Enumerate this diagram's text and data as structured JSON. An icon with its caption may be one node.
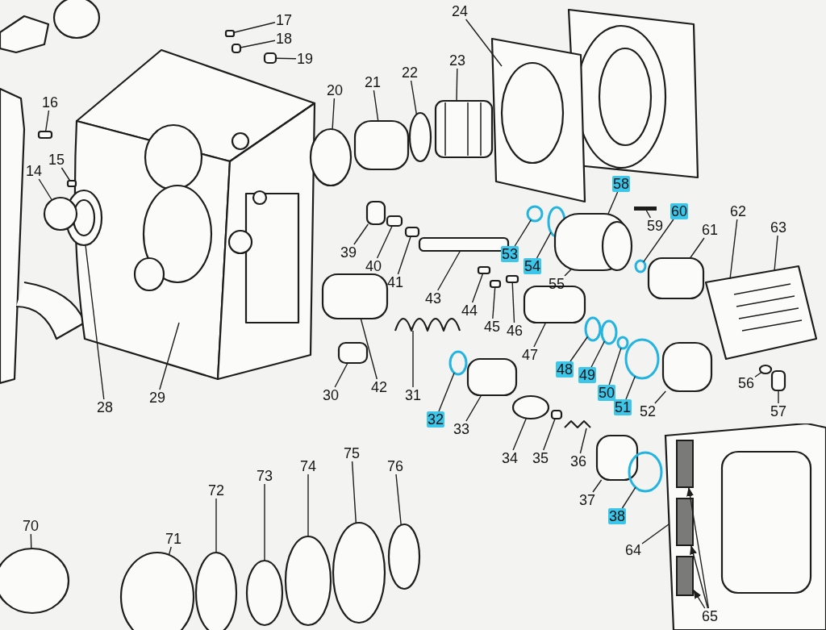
{
  "diagram": {
    "nodes": [
      {
        "text": [
          "14"
        ]
      },
      {
        "text": [
          "15"
        ]
      },
      {
        "text": [
          "16"
        ]
      },
      {
        "text": [
          "17"
        ]
      },
      {
        "text": [
          "18"
        ]
      },
      {
        "text": [
          "19"
        ]
      },
      {
        "text": [
          "20"
        ]
      },
      {
        "text": [
          "21"
        ]
      },
      {
        "text": [
          "22"
        ]
      },
      {
        "text": [
          "23"
        ]
      },
      {
        "text": [
          "24"
        ]
      },
      {
        "text": [
          "28"
        ]
      },
      {
        "text": [
          "29"
        ]
      },
      {
        "text": [
          "30"
        ]
      },
      {
        "text": [
          "31"
        ]
      },
      {
        "text": [
          "32"
        ]
      },
      {
        "text": [
          "33"
        ]
      },
      {
        "text": [
          "34"
        ]
      },
      {
        "text": [
          "35"
        ]
      },
      {
        "text": [
          "36"
        ]
      },
      {
        "text": [
          "37"
        ]
      },
      {
        "text": [
          "38"
        ]
      },
      {
        "text": [
          "39"
        ]
      },
      {
        "text": [
          "40"
        ]
      },
      {
        "text": [
          "41"
        ]
      },
      {
        "text": [
          "42"
        ]
      },
      {
        "text": [
          "43"
        ]
      },
      {
        "text": [
          "44"
        ]
      },
      {
        "text": [
          "45"
        ]
      },
      {
        "text": [
          "46"
        ]
      },
      {
        "text": [
          "47"
        ]
      },
      {
        "text": [
          "48"
        ]
      },
      {
        "text": [
          "49"
        ]
      },
      {
        "text": [
          "50"
        ]
      },
      {
        "text": [
          "51"
        ]
      },
      {
        "text": [
          "52"
        ]
      },
      {
        "text": [
          "53"
        ]
      },
      {
        "text": [
          "54"
        ]
      },
      {
        "text": [
          "55"
        ]
      },
      {
        "text": [
          "56"
        ]
      },
      {
        "text": [
          "57"
        ]
      },
      {
        "text": [
          "58"
        ]
      },
      {
        "text": [
          "59"
        ]
      },
      {
        "text": [
          "60"
        ]
      },
      {
        "text": [
          "61"
        ]
      },
      {
        "text": [
          "62"
        ]
      },
      {
        "text": [
          "63"
        ]
      },
      {
        "text": [
          "64"
        ]
      },
      {
        "text": [
          "65"
        ],
        "in": 99
      },
      {
        "text": [
          "70"
        ]
      },
      {
        "text": [
          "71"
        ]
      },
      {
        "text": [
          "72"
        ]
      },
      {
        "text": [
          "73"
        ]
      },
      {
        "text": [
          "74"
        ]
      },
      {
        "text": [
          "75"
        ]
      },
      {
        "text": [
          "76"
        ]
      },
      {
        "text": [],
        "shape": "box"
      },
      {
        "text": [],
        "shape": "box"
      },
      {
        "text": [],
        "shape": "box"
      },
      {
        "text": [],
        "shape": "box"
      },
      {
        "text": [],
        "shape": "box"
      },
      {
        "text": [],
        "shape": "box"
      },
      {
        "text": [],
        "shape": "box"
      },
      {
        "text": [],
        "shape": "box"
      },
      {
        "text": [],
        "shape": "box"
      },
      {
        "text": [],
        "shape": "box"
      },
      {
        "text": [],
        "shape": "circle"
      },
      {
        "text": [],
        "shape": "box"
      },
      {
        "text": [],
        "shape": "bar",
        "in": 99
      },
      {
        "text": [],
        "shape": "bar",
        "in": 99
      },
      {
        "text": [],
        "shape": "bar",
        "in": 99
      },
      {
        "text": [],
        "shape": "box"
      },
      {
        "text": [],
        "shape": "circle"
      },
      {
        "text": [],
        "shape": "box"
      },
      {
        "text": [],
        "shape": "picture"
      },
      {
        "text": [],
        "shape": "picture"
      },
      {
        "text": [],
        "shape": "box"
      },
      {
        "text": [],
        "shape": "picture"
      },
      {
        "text": [],
        "shape": "circle"
      },
      {
        "text": [],
        "shape": "box"
      },
      {
        "text": [],
        "shape": "circle"
      },
      {
        "text": [],
        "shape": "picture"
      },
      {
        "text": [],
        "shape": "box"
      },
      {
        "text": [],
        "shape": "circle"
      },
      {
        "text": [],
        "shape": "box"
      },
      {
        "text": [],
        "shape": "box"
      },
      {
        "text": [],
        "shape": "box"
      },
      {
        "text": [],
        "shape": "circle"
      },
      {
        "text": [],
        "shape": "circle"
      },
      {
        "text": [],
        "shape": "circle"
      },
      {
        "text": [],
        "shape": "circle"
      },
      {
        "text": [],
        "shape": "box"
      },
      {
        "text": [],
        "shape": "circle"
      },
      {
        "text": [],
        "shape": "circle"
      },
      {
        "text": [],
        "shape": "picture"
      },
      {
        "text": [],
        "shape": "bar"
      },
      {
        "text": [],
        "shape": "circle"
      },
      {
        "text": [],
        "shape": "box"
      },
      {
        "text": [],
        "shape": "picture"
      },
      {
        "text": [],
        "shape": "picture"
      },
      {
        "text": [],
        "shape": "circle"
      },
      {
        "text": [],
        "shape": "box"
      },
      {
        "text": [],
        "shape": "circle"
      },
      {
        "text": [],
        "shape": "picture"
      },
      {
        "text": [],
        "shape": "picture"
      },
      {
        "text": [],
        "shape": "circle"
      },
      {
        "text": [],
        "shape": "circle"
      },
      {
        "text": [],
        "shape": "circle"
      },
      {
        "text": [],
        "shape": "circle"
      },
      {
        "text": [],
        "shape": "circle"
      },
      {
        "text": [],
        "shape": "circle"
      },
      {
        "text": [],
        "shape": "circle"
      }
    ],
    "edges": [
      {
        "from": 0,
        "to": 72,
        "arrow": "none"
      },
      {
        "from": 1,
        "to": 73,
        "arrow": "none"
      },
      {
        "from": 2,
        "to": 56,
        "arrow": "none"
      },
      {
        "from": 3,
        "to": 57,
        "arrow": "none"
      },
      {
        "from": 4,
        "to": 58,
        "arrow": "none"
      },
      {
        "from": 5,
        "to": 59,
        "arrow": "none"
      },
      {
        "from": 6,
        "to": 100,
        "arrow": "none"
      },
      {
        "from": 7,
        "to": 101,
        "arrow": "none"
      },
      {
        "from": 8,
        "to": 102,
        "arrow": "none"
      },
      {
        "from": 9,
        "to": 103,
        "arrow": "none"
      },
      {
        "from": 10,
        "to": 104,
        "arrow": "none"
      },
      {
        "from": 11,
        "to": 74,
        "arrow": "none"
      },
      {
        "from": 12,
        "to": 75,
        "arrow": "none"
      },
      {
        "from": 13,
        "to": 76,
        "arrow": "none"
      },
      {
        "from": 14,
        "to": 77,
        "arrow": "none"
      },
      {
        "from": 15,
        "to": 78,
        "arrow": "none"
      },
      {
        "from": 16,
        "to": 79,
        "arrow": "none"
      },
      {
        "from": 17,
        "to": 80,
        "arrow": "none"
      },
      {
        "from": 18,
        "to": 60,
        "arrow": "none"
      },
      {
        "from": 19,
        "to": 81,
        "arrow": "none"
      },
      {
        "from": 20,
        "to": 82,
        "arrow": "none"
      },
      {
        "from": 21,
        "to": 83,
        "arrow": "none"
      },
      {
        "from": 22,
        "to": 61,
        "arrow": "none"
      },
      {
        "from": 23,
        "to": 62,
        "arrow": "none"
      },
      {
        "from": 24,
        "to": 63,
        "arrow": "none"
      },
      {
        "from": 25,
        "to": 84,
        "arrow": "none"
      },
      {
        "from": 26,
        "to": 85,
        "arrow": "none"
      },
      {
        "from": 27,
        "to": 64,
        "arrow": "none"
      },
      {
        "from": 28,
        "to": 71,
        "arrow": "none"
      },
      {
        "from": 29,
        "to": 65,
        "arrow": "none"
      },
      {
        "from": 30,
        "to": 86,
        "arrow": "none"
      },
      {
        "from": 31,
        "to": 87,
        "arrow": "none"
      },
      {
        "from": 32,
        "to": 88,
        "arrow": "none"
      },
      {
        "from": 33,
        "to": 89,
        "arrow": "none"
      },
      {
        "from": 34,
        "to": 90,
        "arrow": "none"
      },
      {
        "from": 35,
        "to": 91,
        "arrow": "none"
      },
      {
        "from": 36,
        "to": 92,
        "arrow": "none"
      },
      {
        "from": 37,
        "to": 93,
        "arrow": "none"
      },
      {
        "from": 38,
        "to": 94,
        "arrow": "none"
      },
      {
        "from": 39,
        "to": 66,
        "arrow": "none"
      },
      {
        "from": 40,
        "to": 67,
        "arrow": "none"
      },
      {
        "from": 41,
        "to": 94,
        "arrow": "none"
      },
      {
        "from": 42,
        "to": 95,
        "arrow": "none"
      },
      {
        "from": 43,
        "to": 96,
        "arrow": "none"
      },
      {
        "from": 44,
        "to": 97,
        "arrow": "none"
      },
      {
        "from": 45,
        "to": 98,
        "arrow": "none"
      },
      {
        "from": 46,
        "to": 98,
        "arrow": "none"
      },
      {
        "from": 47,
        "to": 99,
        "arrow": "none"
      },
      {
        "from": 48,
        "to": 68,
        "arrow": "to"
      },
      {
        "from": 48,
        "to": 69,
        "arrow": "to"
      },
      {
        "from": 48,
        "to": 70,
        "arrow": "to"
      },
      {
        "from": 49,
        "to": 105,
        "arrow": "none"
      },
      {
        "from": 50,
        "to": 106,
        "arrow": "none"
      },
      {
        "from": 51,
        "to": 107,
        "arrow": "none"
      },
      {
        "from": 52,
        "to": 108,
        "arrow": "none"
      },
      {
        "from": 53,
        "to": 109,
        "arrow": "none"
      },
      {
        "from": 54,
        "to": 110,
        "arrow": "none"
      },
      {
        "from": 55,
        "to": 111,
        "arrow": "none"
      }
    ]
  }
}
